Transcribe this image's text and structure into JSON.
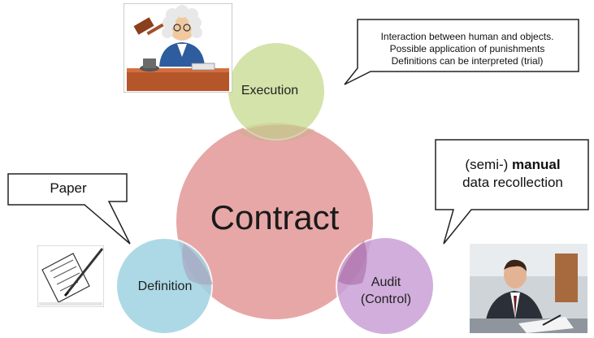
{
  "diagram": {
    "center": {
      "label": "Contract",
      "color": "#e6a3a3"
    },
    "nodes": {
      "execution": {
        "label": "Execution",
        "color": "#cddf9c"
      },
      "definition": {
        "label": "Definition",
        "color": "#9fd3e2"
      },
      "audit": {
        "label_line1": "Audit",
        "label_line2": "(Control)",
        "color": "#c9a0d6"
      }
    },
    "callouts": {
      "execution": {
        "lines": [
          "Interaction between human and objects.",
          "Possible application of punishments",
          "Definitions can be interpreted (trial)"
        ]
      },
      "definition": {
        "text": "Paper"
      },
      "audit": {
        "prefix": "(semi-) ",
        "bold": "manual",
        "line2": "data recollection"
      }
    }
  },
  "images": {
    "judge": "judge-illustration",
    "paper": "paper-and-pen-illustration",
    "person": "businessman-writing-photo"
  }
}
